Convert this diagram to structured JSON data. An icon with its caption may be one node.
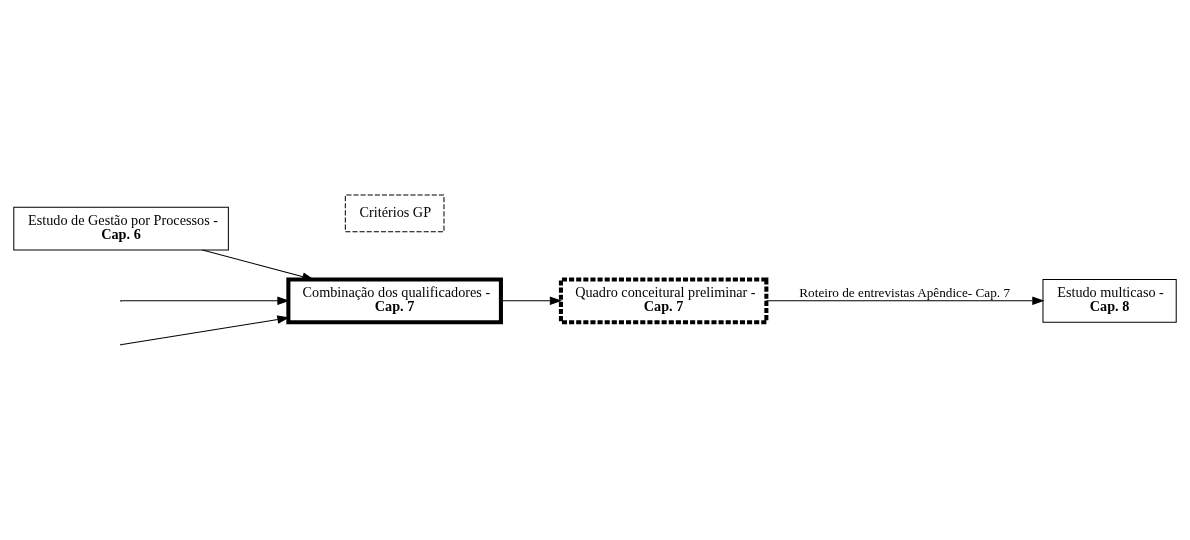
{
  "diagram": {
    "nodes": [
      {
        "text": [
          "Combinação dos qualificadores -",
          "Cap. 7"
        ]
      },
      {
        "text": [
          "Quadro conceitural preliminar -",
          "Cap. 7"
        ]
      },
      {
        "text": [
          "Estudo de Gestão por Processos -",
          "Cap. 6"
        ]
      },
      {
        "text": [
          "Critérios GP"
        ]
      },
      {
        "text": [
          "Estudo multicaso -",
          "Cap. 8"
        ]
      }
    ],
    "edges": [
      {
        "from": null,
        "to": 0,
        "arrow": "to"
      },
      {
        "from": null,
        "to": 0,
        "arrow": "to"
      },
      {
        "from": 0,
        "to": 1,
        "arrow": "to"
      },
      {
        "from": 2,
        "to": 0,
        "arrow": "to"
      },
      {
        "from": 1,
        "to": 4,
        "arrow": "to",
        "label": "Roteiro de entrevistas Apêndice- Cap. 7"
      }
    ]
  }
}
